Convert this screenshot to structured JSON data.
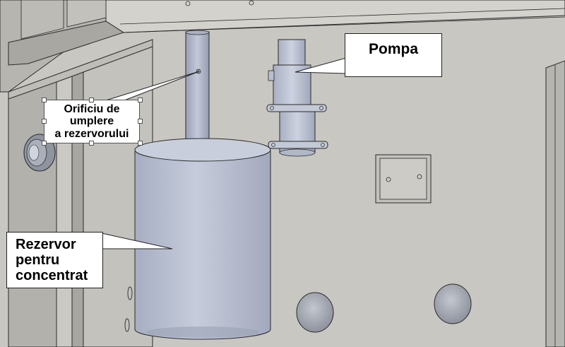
{
  "callouts": {
    "pompa": {
      "lines": [
        "Pompa"
      ]
    },
    "orificiu": {
      "lines": [
        "Orificiu de",
        "umplere",
        "a rezervorului"
      ]
    },
    "rezervor": {
      "lines": [
        "Rezervor",
        "pentru",
        "concentrat"
      ]
    }
  },
  "colors": {
    "panel": "#c9c7c2",
    "frame": "#bcbab5",
    "tank": "#b8bfd1",
    "outline": "#2a2a2a",
    "hole": "#aeb2bc"
  }
}
